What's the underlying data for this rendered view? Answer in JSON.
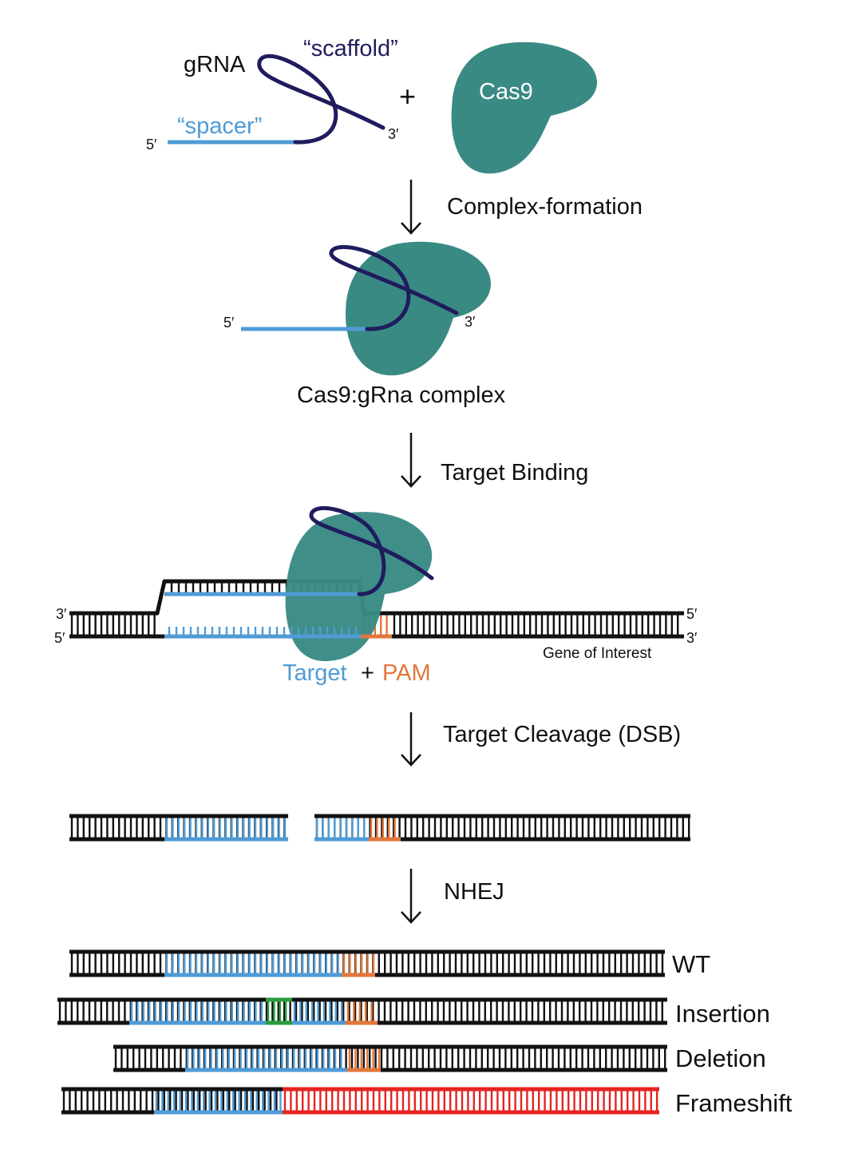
{
  "labels": {
    "grna": "gRNA",
    "scaffold": "“scaffold”",
    "spacer": "“spacer”",
    "five_prime": "5′",
    "three_prime": "3′",
    "plus": "+",
    "cas9": "Cas9",
    "complex_formation": "Complex-formation",
    "complex_name": "Cas9:gRna complex",
    "target_binding": "Target Binding",
    "target": "Target",
    "pam": "PAM",
    "gene_of_interest": "Gene of Interest",
    "target_cleavage": "Target Cleavage (DSB)",
    "nhej": "NHEJ",
    "outcomes": {
      "wt": "WT",
      "insertion": "Insertion",
      "deletion": "Deletion",
      "frameshift": "Frameshift"
    }
  },
  "colors": {
    "scaffold": "#1f1c5e",
    "spacer": "#4f9bd6",
    "cas9": "#3a8a84",
    "pam": "#e2773a",
    "insertion": "#2a9d3e",
    "frameshift": "#e52421",
    "dna": "#111111"
  }
}
